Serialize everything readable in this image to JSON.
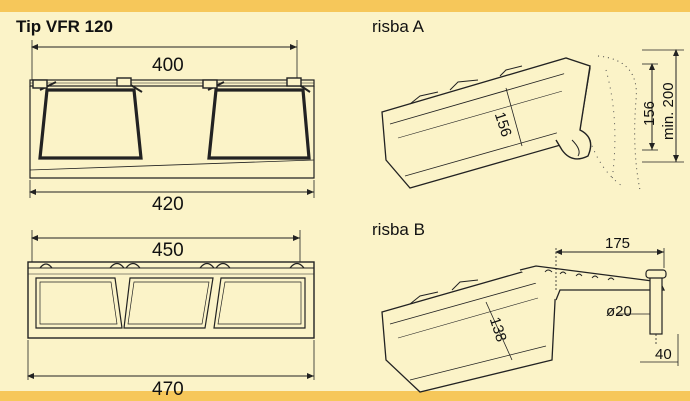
{
  "title": "Tip VFR 120",
  "top_profile": {
    "dim_top": "400",
    "dim_bottom": "420"
  },
  "bottom_profile": {
    "dim_top": "450",
    "dim_bottom": "470"
  },
  "detail_a": {
    "label": "risba A",
    "dim_inner": "156",
    "dim_outer": "156",
    "dim_min": "min. 200"
  },
  "detail_b": {
    "label": "risba B",
    "dim_inner": "138",
    "dim_width": "175",
    "dim_dia": "ø20",
    "dim_40": "40"
  },
  "colors": {
    "border": "#f6c75a",
    "background": "#fbf3c8",
    "line": "#222222",
    "fill": "#fbf3c8"
  }
}
